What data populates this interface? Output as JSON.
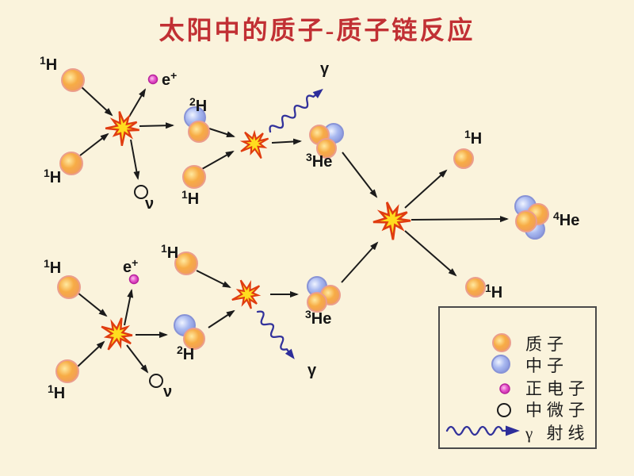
{
  "title": "太阳中的质子-质子链反应",
  "particles": {
    "h1": {
      "sup": "1",
      "base": "H"
    },
    "h2": {
      "sup": "2",
      "base": "H"
    },
    "he3": {
      "sup": "3",
      "base": "He"
    },
    "he4": {
      "sup": "4",
      "base": "He"
    },
    "positron": {
      "base": "e",
      "sup": "+"
    },
    "neutrino": "ν",
    "gamma": "γ"
  },
  "legend": {
    "items": [
      {
        "icon": "proton-icon",
        "label": "质子"
      },
      {
        "icon": "neutron-icon",
        "label": "中子"
      },
      {
        "icon": "positron-icon",
        "label": "正电子"
      },
      {
        "icon": "neutrino-icon",
        "label": "中微子"
      },
      {
        "icon": "gamma-ray-icon",
        "label": "γ 射线"
      }
    ]
  },
  "colors": {
    "background": "#faf3dc",
    "title_red": "#c13034",
    "proton_orange": "#f2a13f",
    "neutron_blue": "#8e9ee2",
    "positron_magenta": "#d636bc",
    "gamma_indigo": "#32329b",
    "burst_yellow": "#ffdd1f",
    "burst_outline": "#e03c10",
    "arrow_black": "#1b1b1b"
  }
}
